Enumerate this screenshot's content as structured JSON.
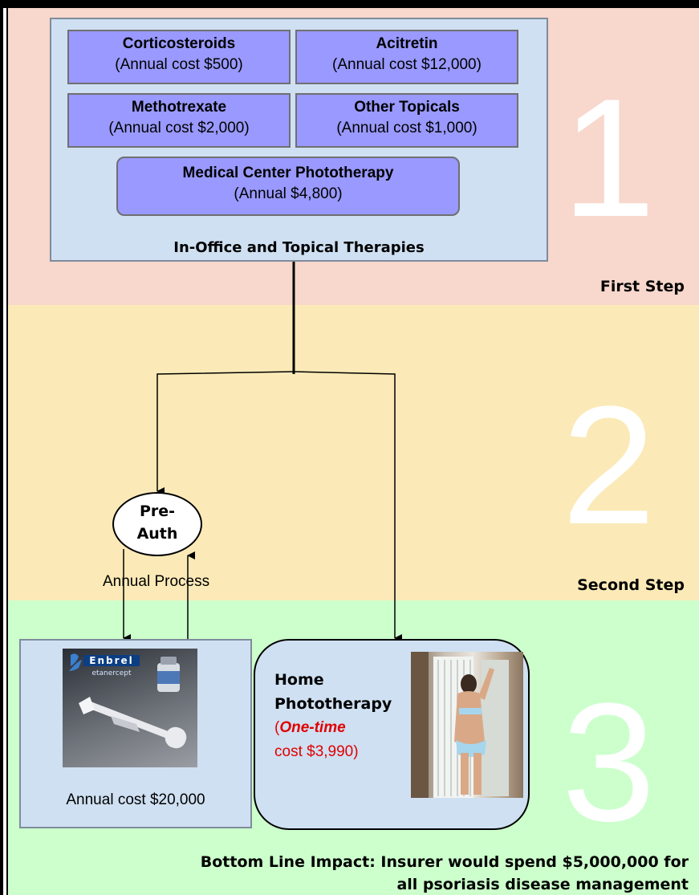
{
  "steps": {
    "first": {
      "number": "1",
      "label": "First Step"
    },
    "second": {
      "number": "2",
      "label": "Second Step"
    },
    "third": {
      "number": "3"
    }
  },
  "therapies": {
    "caption": "In-Office and Topical Therapies",
    "items": [
      {
        "name": "Corticosteroids",
        "cost": "(Annual cost $500)"
      },
      {
        "name": "Acitretin",
        "cost": "(Annual cost $12,000)"
      },
      {
        "name": "Methotrexate",
        "cost": "(Annual cost $2,000)"
      },
      {
        "name": "Other Topicals",
        "cost": "(Annual cost $1,000)"
      },
      {
        "name": "Medical Center Phototherapy",
        "cost": "(Annual $4,800)"
      }
    ]
  },
  "preauth": {
    "line1": "Pre-",
    "line2": "Auth",
    "process_label": "Annual Process"
  },
  "enbrel": {
    "logo_text": "Enbrel",
    "logo_sub": "etanercept",
    "caption": "Annual cost $20,000"
  },
  "home": {
    "line1": "Home",
    "line2": "Phototherapy",
    "paren_open": "(",
    "one_time": "One-time",
    "cost": "cost $3,990)"
  },
  "bottom_line": {
    "line1": "Bottom Line Impact:  Insurer would spend $5,000,000 for",
    "line2": "all psoriasis disease management"
  },
  "colors": {
    "step1_bg": "#f8d7cc",
    "step2_bg": "#fbeab7",
    "step3_bg": "#ccffcc",
    "drug_box": "#9999ff",
    "panel": "#cfe0f2",
    "accent_red": "#e00000"
  }
}
